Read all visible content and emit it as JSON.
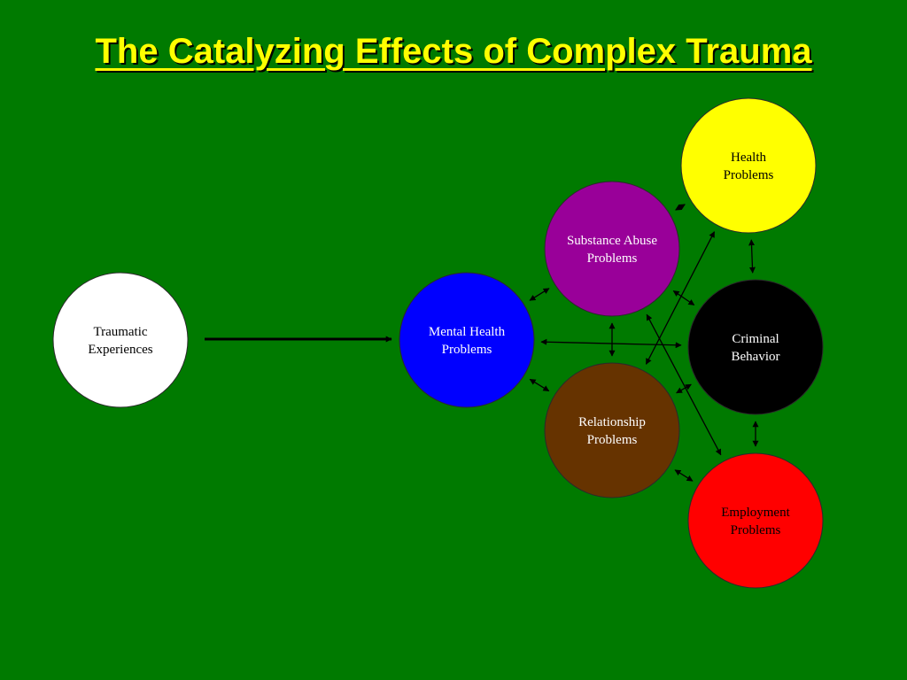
{
  "slide": {
    "title": "The Catalyzing Effects of Complex Trauma",
    "title_color": "#FFFF00",
    "background": "#007A00"
  },
  "nodes": [
    {
      "id": "traumatic",
      "lines": [
        "Traumatic",
        "Experiences"
      ],
      "fill": "#FFFFFF",
      "text_color": "#000000"
    },
    {
      "id": "mental",
      "lines": [
        "Mental Health",
        "Problems"
      ],
      "fill": "#0000FF",
      "text_color": "#FFFFFF"
    },
    {
      "id": "substance",
      "lines": [
        "Substance Abuse",
        "Problems"
      ],
      "fill": "#990099",
      "text_color": "#FFFFFF"
    },
    {
      "id": "health",
      "lines": [
        "Health",
        "Problems"
      ],
      "fill": "#FFFF00",
      "text_color": "#000000"
    },
    {
      "id": "criminal",
      "lines": [
        "Criminal",
        "Behavior"
      ],
      "fill": "#000000",
      "text_color": "#FFFFFF"
    },
    {
      "id": "relationship",
      "lines": [
        "Relationship",
        "Problems"
      ],
      "fill": "#663300",
      "text_color": "#FFFFFF"
    },
    {
      "id": "employment",
      "lines": [
        "Employment",
        "Problems"
      ],
      "fill": "#FF0000",
      "text_color": "#000000"
    }
  ],
  "edges": [
    {
      "from": "traumatic",
      "to": "mental",
      "type": "one-way"
    },
    {
      "from": "mental",
      "to": "substance",
      "type": "two-way"
    },
    {
      "from": "mental",
      "to": "relationship",
      "type": "two-way"
    },
    {
      "from": "mental",
      "to": "criminal",
      "type": "two-way"
    },
    {
      "from": "substance",
      "to": "health",
      "type": "two-way"
    },
    {
      "from": "substance",
      "to": "relationship",
      "type": "two-way"
    },
    {
      "from": "substance",
      "to": "criminal",
      "type": "two-way"
    },
    {
      "from": "substance",
      "to": "employment",
      "type": "two-way"
    },
    {
      "from": "relationship",
      "to": "health",
      "type": "two-way"
    },
    {
      "from": "relationship",
      "to": "criminal",
      "type": "two-way"
    },
    {
      "from": "relationship",
      "to": "employment",
      "type": "two-way"
    },
    {
      "from": "health",
      "to": "criminal",
      "type": "two-way"
    },
    {
      "from": "criminal",
      "to": "employment",
      "type": "two-way"
    }
  ]
}
